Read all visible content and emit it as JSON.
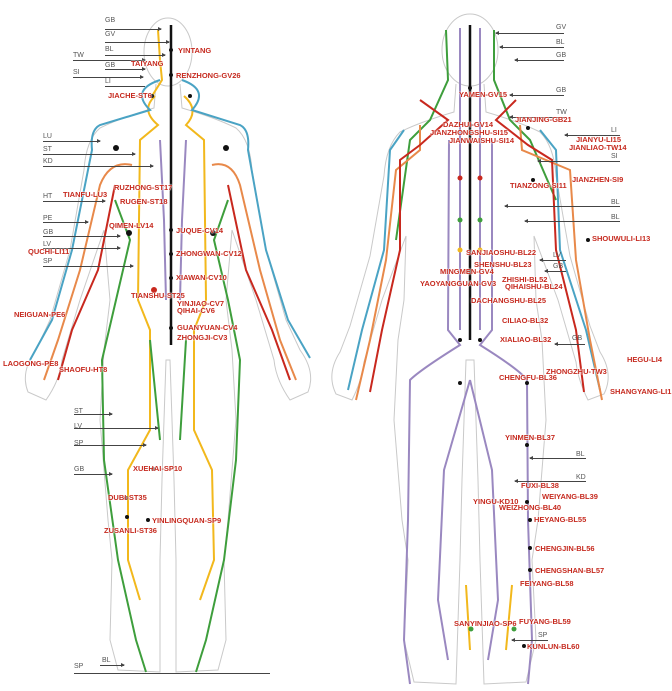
{
  "meridian_colors": {
    "LU_LI": "#4aa3c4",
    "ST": "#f2b81c",
    "GB": "#3e9e3c",
    "PE_TW": "#e8894a",
    "HT_SI": "#c8281e",
    "KD_BL": "#9a88c0",
    "GV_CV": "#111111"
  },
  "front": {
    "tags": [
      "GB",
      "GV",
      "BL",
      "TW",
      "GB",
      "SI",
      "LI",
      "LU",
      "ST",
      "KD",
      "HT",
      "PE",
      "GB",
      "LV",
      "SP",
      "ST",
      "LV",
      "SP",
      "GB",
      "BL",
      "SP"
    ],
    "points": [
      "YINTANG",
      "TAIYANG",
      "RENZHONG-GV26",
      "JIACHE-ST6",
      "TIANFU-LU3",
      "RUZHONG-ST17",
      "RUGEN-ST18",
      "QIMEN-LV14",
      "JUQUE-CV14",
      "QUCHI-LI11",
      "ZHONGWAN-CV12",
      "XIAWAN-CV10",
      "TIANSHU-ST25",
      "YINJIAO-CV7",
      "QIHAI-CV6",
      "GUANYUAN-CV4",
      "ZHONGJI-CV3",
      "NEIGUAN-PE6",
      "LAOGONG-PE8",
      "SHAOFU-HT8",
      "XUEHAI-SP10",
      "DUBI-ST35",
      "YINLINGQUAN-SP9",
      "ZUSANLI-ST36"
    ]
  },
  "back": {
    "tags": [
      "GV",
      "BL",
      "GB",
      "GB",
      "TW",
      "LI",
      "SI",
      "BL",
      "BL",
      "LV",
      "GB",
      "GB",
      "BL",
      "KD",
      "SP"
    ],
    "points": [
      "YAMEN-GV15",
      "JIANJING-GB21",
      "DAZHUI-GV14",
      "JIANZHONGSHU-SI15",
      "JIANWAISHU-SI14",
      "JIANYU-LI15",
      "JIANLIAO-TW14",
      "TIANZONG-SI11",
      "JIANZHEN-SI9",
      "SHOUWULI-LI13",
      "SANJIAOSHU-BL22",
      "SHENSHU-BL23",
      "MINGMEN-GV4",
      "ZHISHI-BL52",
      "YAOYANGGUAN-GV3",
      "QIHAISHU-BL24",
      "DACHANGSHU-BL25",
      "CILIAO-BL32",
      "XIALIAO-BL32",
      "HEGU-LI4",
      "ZHONGZHU-TW3",
      "CHENGFU-BL36",
      "SHANGYANG-LI1",
      "YINMEN-BL37",
      "FUXI-BL38",
      "WEIYANG-BL39",
      "YINGU-KD10",
      "WEIZHONG-BL40",
      "HEYANG-BL55",
      "CHENGJIN-BL56",
      "CHENGSHAN-BL57",
      "FEIYANG-BL58",
      "SANYINJIAO-SP6",
      "FUYANG-BL59",
      "KUNLUN-BL60"
    ]
  }
}
